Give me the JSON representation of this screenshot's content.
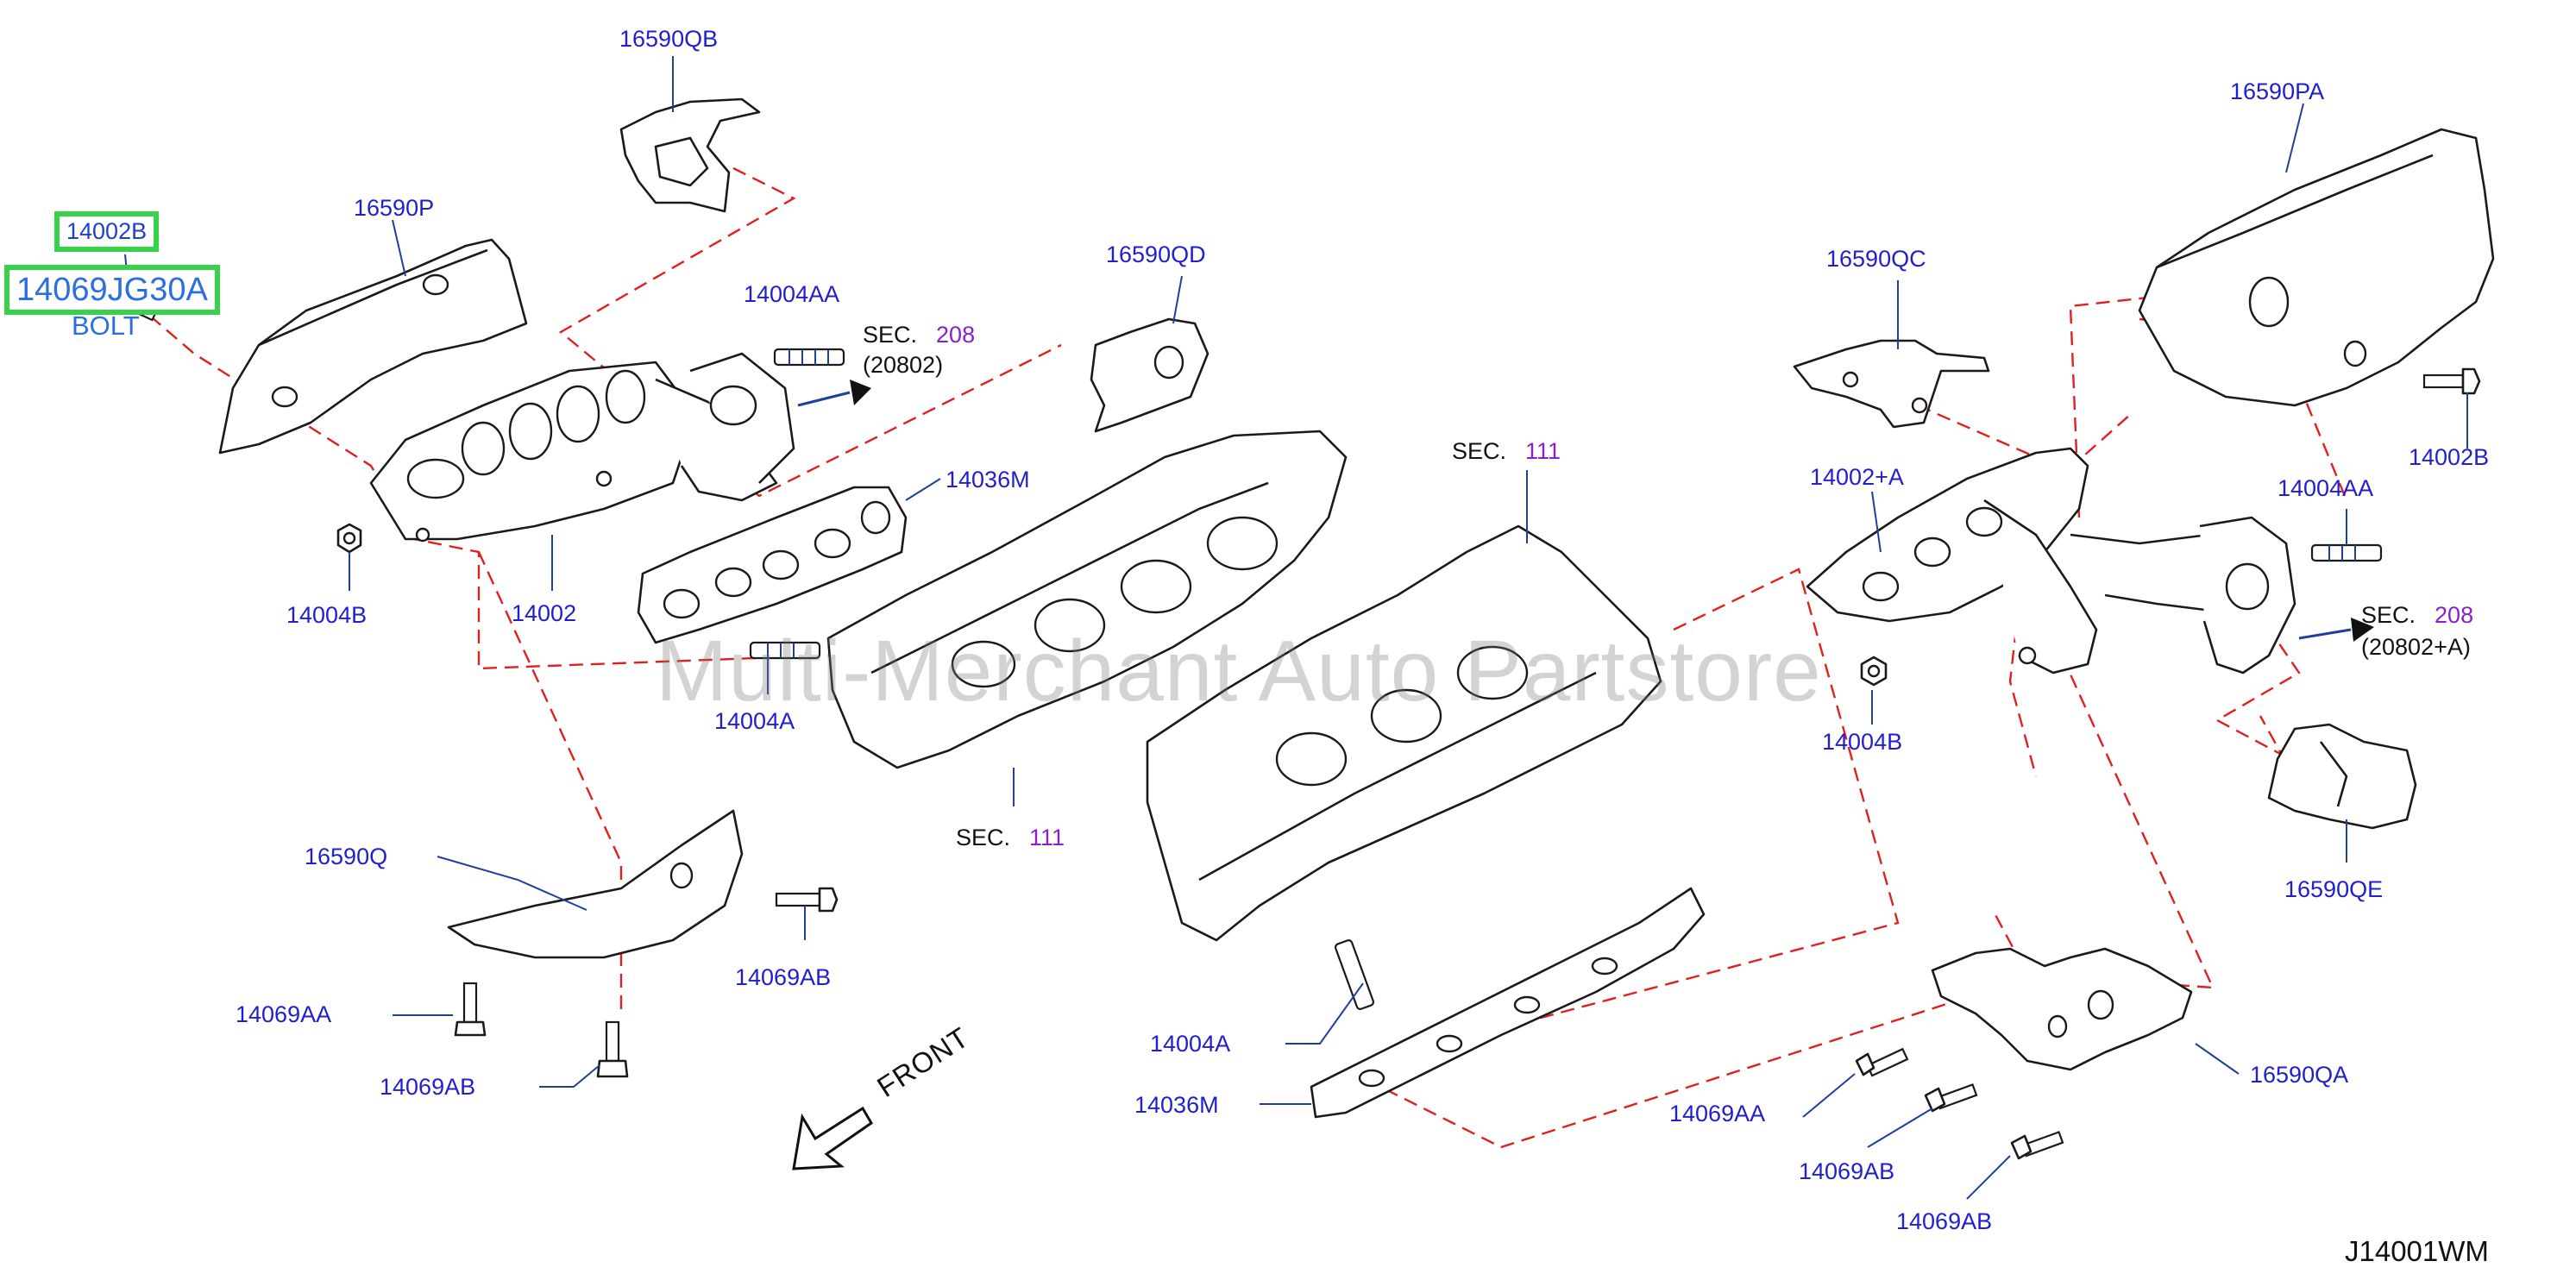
{
  "diagram": {
    "labels": [
      {
        "id": "l-16590QB",
        "text": "16590QB"
      },
      {
        "id": "l-14002B-top",
        "text": "14002B"
      },
      {
        "id": "l-14069JG30A",
        "text": "14069JG30A"
      },
      {
        "id": "l-16590P",
        "text": "16590P"
      },
      {
        "id": "l-14004AA-left",
        "text": "14004AA"
      },
      {
        "id": "l-16590QD",
        "text": "16590QD"
      },
      {
        "id": "l-14036M-top",
        "text": "14036M"
      },
      {
        "id": "l-14004B-left",
        "text": "14004B"
      },
      {
        "id": "l-14002",
        "text": "14002"
      },
      {
        "id": "l-14004A-left",
        "text": "14004A"
      },
      {
        "id": "l-16590Q",
        "text": "16590Q"
      },
      {
        "id": "l-14069AB-mid",
        "text": "14069AB"
      },
      {
        "id": "l-14069AA-left",
        "text": "14069AA"
      },
      {
        "id": "l-14069AB-left",
        "text": "14069AB"
      },
      {
        "id": "l-14004A-bottom",
        "text": "14004A"
      },
      {
        "id": "l-14036M-bottom",
        "text": "14036M"
      },
      {
        "id": "l-16590QC",
        "text": "16590QC"
      },
      {
        "id": "l-14002A",
        "text": "14002+A"
      },
      {
        "id": "l-14004B-right",
        "text": "14004B"
      },
      {
        "id": "l-16590PA",
        "text": "16590PA"
      },
      {
        "id": "l-14002B-right",
        "text": "14002B"
      },
      {
        "id": "l-14004AA-right",
        "text": "14004AA"
      },
      {
        "id": "l-16590QE",
        "text": "16590QE"
      },
      {
        "id": "l-16590QA",
        "text": "16590QA"
      },
      {
        "id": "l-14069AA-right",
        "text": "14069AA"
      },
      {
        "id": "l-14069AB-right1",
        "text": "14069AB"
      },
      {
        "id": "l-14069AB-right2",
        "text": "14069AB"
      }
    ],
    "bolt_label": "BOLT",
    "sections": [
      {
        "id": "sec-208-left",
        "prefix": "SEC.",
        "number": "208",
        "sub": "(20802)"
      },
      {
        "id": "sec-111-top",
        "prefix": "SEC.",
        "number": "111"
      },
      {
        "id": "sec-111-bottom",
        "prefix": "SEC.",
        "number": "111"
      },
      {
        "id": "sec-208-right",
        "prefix": "SEC.",
        "number": "208",
        "sub": "(20802+A)"
      }
    ],
    "front_label": "FRONT",
    "diagram_code": "J14001WM",
    "watermark": "Multi-Merchant Auto Partstore",
    "colors": {
      "label": "#1f1fd0",
      "section_number": "#8a1fd0",
      "dashed_line": "#e02020",
      "highlight": "#36d24a"
    }
  }
}
